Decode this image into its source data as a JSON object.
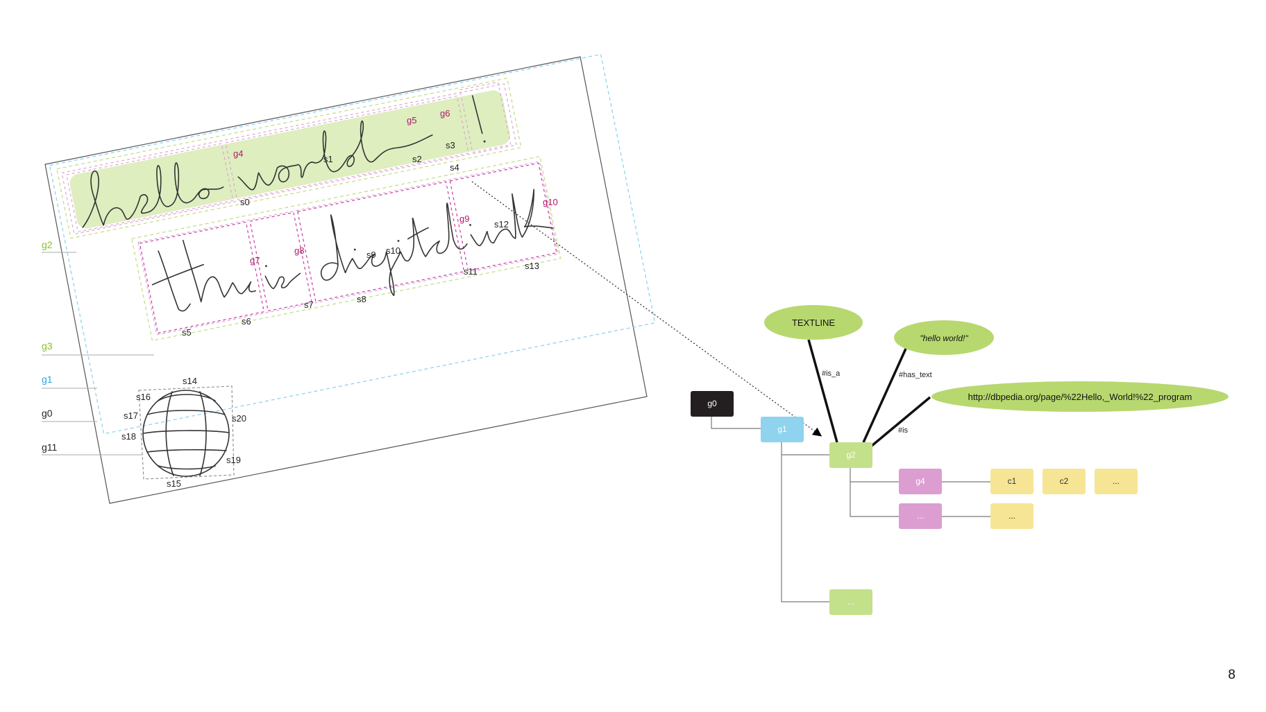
{
  "page_number": "8",
  "colors": {
    "g0": "#231f20",
    "g1": "#8fd3ef",
    "g2": "#c3e08a",
    "g4": "#dc9ed0",
    "c": "#f6e595",
    "ellipse": "#b7d86f",
    "label_green": "#8bbe2a",
    "label_blue": "#29a8dc",
    "label_magenta": "#b0186c"
  },
  "ink_page": {
    "group_labels": {
      "g4": "g4",
      "g5": "g5",
      "g6": "g6",
      "g7": "g7",
      "g8": "g8",
      "g9": "g9",
      "g10": "g10"
    },
    "stroke_labels": {
      "s0": "s0",
      "s1": "s1",
      "s2": "s2",
      "s3": "s3",
      "s4": "s4",
      "s5": "s5",
      "s6": "s6",
      "s7": "s7",
      "s8": "s8",
      "s9": "s9",
      "s10": "s10",
      "s11": "s11",
      "s12": "s12",
      "s13": "s13",
      "s14": "s14",
      "s15": "s15",
      "s16": "s16",
      "s17": "s17",
      "s18": "s18",
      "s19": "s19",
      "s20": "s20"
    }
  },
  "left_labels": {
    "g2": "g2",
    "g3": "g3",
    "g1": "g1",
    "g0": "g0",
    "g11": "g11"
  },
  "tree": {
    "g0": "g0",
    "g1": "g1",
    "g2": "g2",
    "g4": "g4",
    "g4_sibling": "...",
    "g1_child_more": "...",
    "c1": "c1",
    "c2": "c2",
    "c_more": "...",
    "c_row2_more": "..."
  },
  "semantics": {
    "textline": "TEXTLINE",
    "hello_world": "\"hello world!\"",
    "dbpedia_url": "http://dbpedia.org/page/%22Hello,_World!%22_program",
    "edge_is_a": "#is_a",
    "edge_has_text": "#has_text",
    "edge_is": "#is"
  }
}
